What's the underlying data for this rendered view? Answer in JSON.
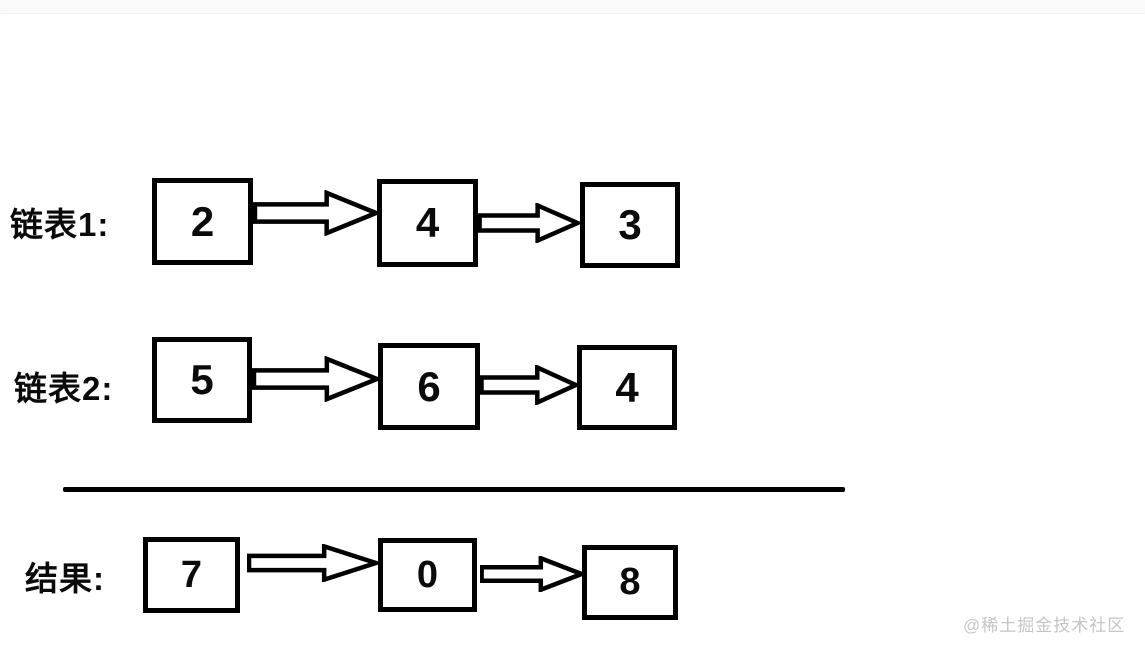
{
  "diagram": {
    "rows": [
      {
        "label": "链表1:",
        "nodes": [
          "2",
          "4",
          "3"
        ]
      },
      {
        "label": "链表2:",
        "nodes": [
          "5",
          "6",
          "4"
        ]
      },
      {
        "label": "结果:",
        "nodes": [
          "7",
          "0",
          "8"
        ]
      }
    ],
    "watermark": "@稀土掘金技术社区",
    "colors": {
      "stroke": "#000000",
      "background": "#ffffff",
      "watermark_text": "#c5c5c5",
      "top_band": "#fafafa"
    }
  }
}
